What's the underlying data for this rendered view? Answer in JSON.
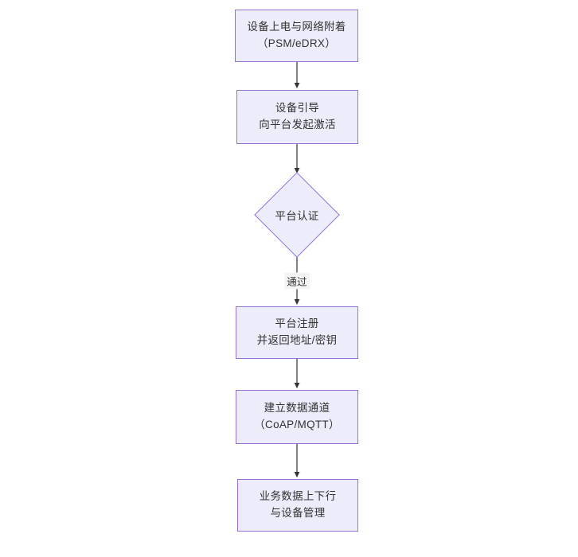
{
  "diagram": {
    "type": "flowchart",
    "orientation": "top-to-bottom",
    "theme": {
      "node_fill": "#ececfa",
      "node_border": "#9673d3",
      "text_color": "#333333",
      "edge_color": "#333333",
      "edge_label_background": "#f4f4f4",
      "canvas_background": "#ffffff"
    },
    "nodes": [
      {
        "id": "power-on",
        "shape": "rectangle",
        "line1": "设备上电与网络附着",
        "line2": "（PSM/eDRX）"
      },
      {
        "id": "bootstrap",
        "shape": "rectangle",
        "line1": "设备引导",
        "line2": "向平台发起激活"
      },
      {
        "id": "platform-auth",
        "shape": "diamond",
        "line1": "平台认证"
      },
      {
        "id": "platform-register",
        "shape": "rectangle",
        "line1": "平台注册",
        "line2": "并返回地址/密钥"
      },
      {
        "id": "data-channel",
        "shape": "rectangle",
        "line1": "建立数据通道",
        "line2": "（CoAP/MQTT）"
      },
      {
        "id": "business-data",
        "shape": "rectangle",
        "line1": "业务数据上下行",
        "line2": "与设备管理"
      }
    ],
    "edges": [
      {
        "id": "e1",
        "from": "power-on",
        "to": "bootstrap",
        "label": ""
      },
      {
        "id": "e2",
        "from": "bootstrap",
        "to": "platform-auth",
        "label": ""
      },
      {
        "id": "e3",
        "from": "platform-auth",
        "to": "platform-register",
        "label": "通过"
      },
      {
        "id": "e4",
        "from": "platform-register",
        "to": "data-channel",
        "label": ""
      },
      {
        "id": "e5",
        "from": "data-channel",
        "to": "business-data",
        "label": ""
      }
    ]
  }
}
